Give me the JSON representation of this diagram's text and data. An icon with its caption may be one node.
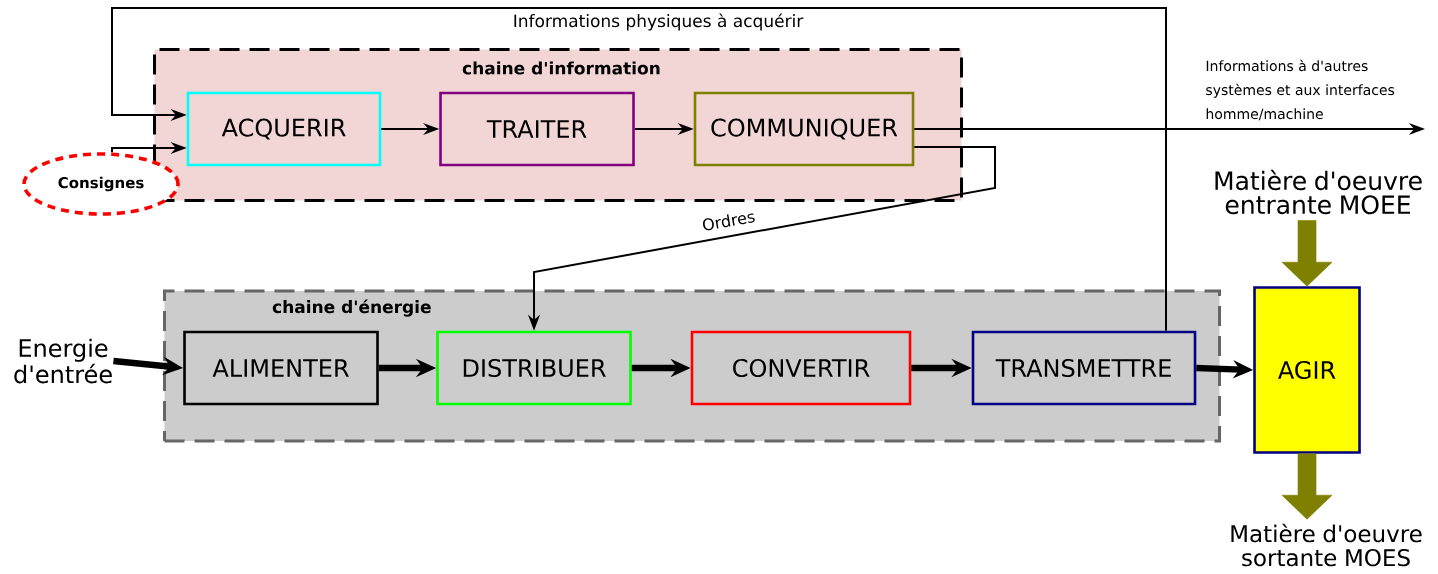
{
  "diagram": {
    "nodes": [
      {
        "text": [
          "chaine d'information"
        ]
      },
      {
        "text": [
          "ACQUERIR"
        ],
        "in": 0
      },
      {
        "text": [
          "TRAITER"
        ],
        "in": 0
      },
      {
        "text": [
          "COMMUNIQUER"
        ],
        "in": 0
      },
      {
        "text": [
          "Consignes"
        ]
      },
      {
        "text": [
          "chaine d'énergie"
        ]
      },
      {
        "text": [
          "ALIMENTER"
        ],
        "in": 5
      },
      {
        "text": [
          "DISTRIBUER"
        ],
        "in": 5
      },
      {
        "text": [
          "CONVERTIR"
        ],
        "in": 5
      },
      {
        "text": [
          "TRANSMETTRE"
        ],
        "in": 5
      },
      {
        "text": [
          "AGIR"
        ]
      },
      {
        "text": [
          "Energie d'entrée"
        ]
      },
      {
        "text": [
          "Matière d'oeuvre entrante MOEE"
        ]
      },
      {
        "text": [
          "Matière d'oeuvre sortante MOES"
        ]
      }
    ],
    "edges": [
      {
        "from": 9,
        "to": 1,
        "arrow": "to",
        "label": "Informations physiques à acquérir"
      },
      {
        "from": 4,
        "to": 1,
        "arrow": "to"
      },
      {
        "from": 1,
        "to": 2,
        "arrow": "to"
      },
      {
        "from": 2,
        "to": 3,
        "arrow": "to"
      },
      {
        "from": 3,
        "to": null,
        "arrow": "to",
        "label": "Informations à d'autres systèmes et aux interfaces homme/machine"
      },
      {
        "from": 3,
        "to": 7,
        "arrow": "to",
        "label": "Ordres"
      },
      {
        "from": 11,
        "to": 6,
        "arrow": "to",
        "style": "thick"
      },
      {
        "from": 6,
        "to": 7,
        "arrow": "to",
        "style": "thick"
      },
      {
        "from": 7,
        "to": 8,
        "arrow": "to",
        "style": "thick"
      },
      {
        "from": 8,
        "to": 9,
        "arrow": "to",
        "style": "thick"
      },
      {
        "from": 9,
        "to": 10,
        "arrow": "to",
        "style": "thick"
      },
      {
        "from": 12,
        "to": 10,
        "arrow": "to",
        "style": "thick",
        "color": "#808000"
      },
      {
        "from": 10,
        "to": 13,
        "arrow": "to",
        "style": "thick",
        "color": "#808000"
      }
    ]
  }
}
